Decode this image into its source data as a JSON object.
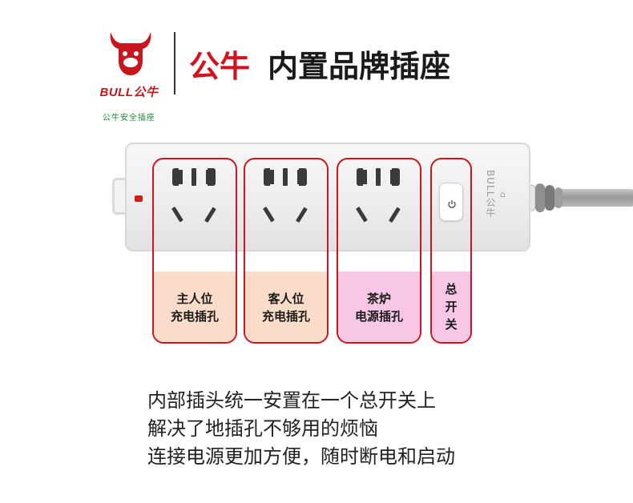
{
  "header": {
    "logo_wordmark": "BULL公牛",
    "logo_tagline": "公牛安全插座",
    "brand": "公牛",
    "product": "内置品牌插座"
  },
  "strip": {
    "side_label": "BULL公牛"
  },
  "sockets": [
    {
      "line1": "主人位",
      "line2": "充电插孔",
      "fill_color": "#fbdcc8"
    },
    {
      "line1": "客人位",
      "line2": "充电插孔",
      "fill_color": "#fbdcc8"
    },
    {
      "line1": "茶炉",
      "line2": "电源插孔",
      "fill_color": "#f9c7e6"
    }
  ],
  "main_switch": {
    "label": "总开关",
    "fill_color": "#f9c7e6"
  },
  "description": [
    "内部插头统一安置在一个总开关上",
    "解决了地插孔不够用的烦恼",
    "连接电源更加方便，随时断电和启动"
  ],
  "colors": {
    "brand_red": "#d5121b",
    "outline_red": "#c9161f"
  }
}
